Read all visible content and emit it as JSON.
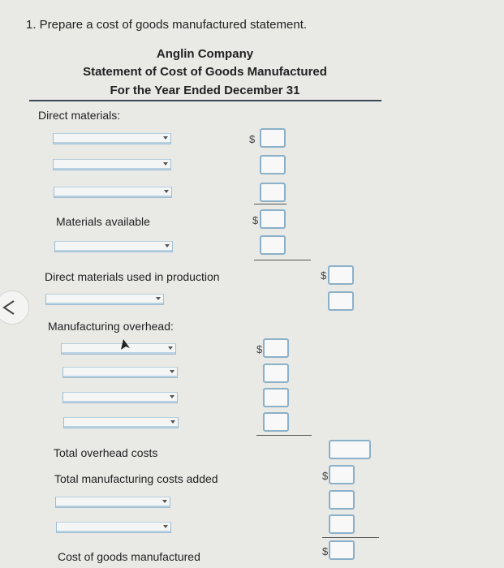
{
  "question": "1. Prepare a cost of goods manufactured statement.",
  "header": {
    "company": "Anglin Company",
    "statement": "Statement of Cost of Goods Manufactured",
    "period": "For the Year Ended December 31"
  },
  "labels": {
    "direct_materials": "Direct materials:",
    "materials_available": "Materials available",
    "dm_used": "Direct materials used in production",
    "manufacturing_overhead": "Manufacturing overhead:",
    "total_overhead": "Total overhead costs",
    "total_mfg_costs": "Total manufacturing costs added",
    "cogm": "Cost of goods manufactured"
  },
  "currency_symbol": "$",
  "icons": {
    "back": "chevron-left-icon",
    "cursor": "mouse-pointer-icon",
    "dropdown": "caret-down-icon"
  }
}
